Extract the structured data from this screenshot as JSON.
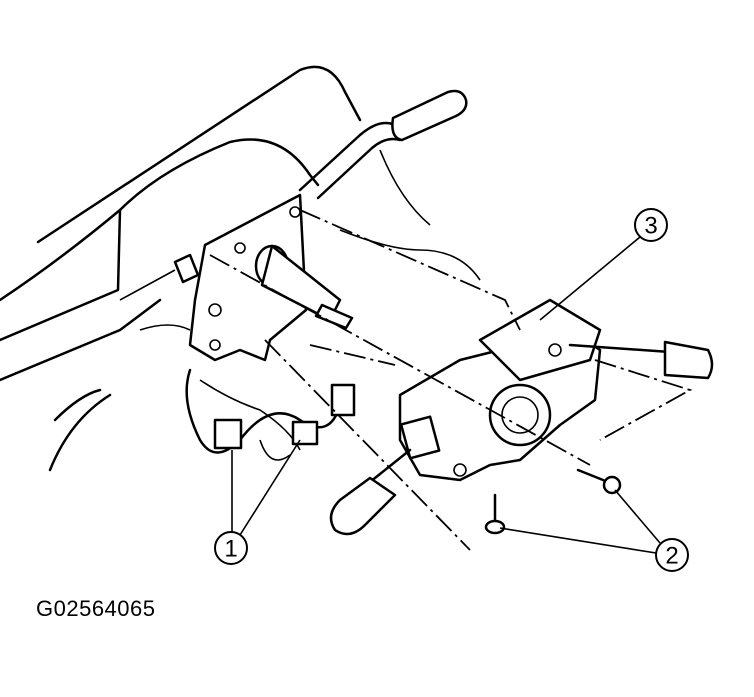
{
  "figure": {
    "caption": "G02564065",
    "callouts": [
      {
        "label": "1"
      },
      {
        "label": "2"
      },
      {
        "label": "3"
      }
    ]
  }
}
